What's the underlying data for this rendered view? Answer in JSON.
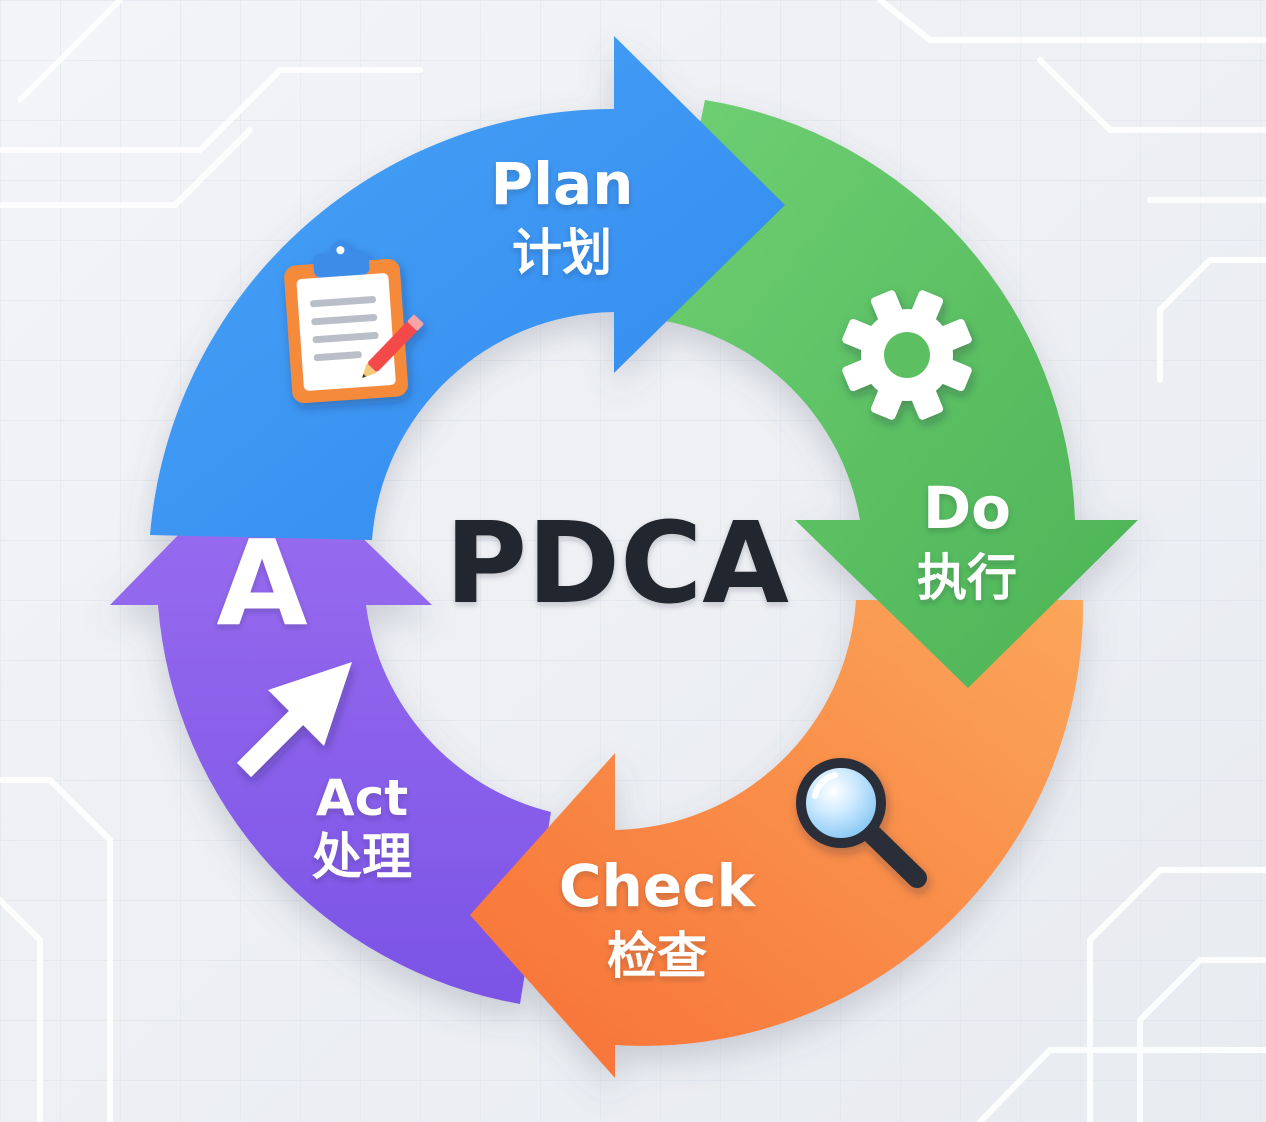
{
  "center": {
    "title": "PDCA"
  },
  "stages": {
    "plan": {
      "title": "Plan",
      "subtitle": "计划",
      "icon": "clipboard-icon",
      "color": "#3f97f2"
    },
    "do": {
      "title": "Do",
      "subtitle": "执行",
      "icon": "gear-icon",
      "color": "#5cc062"
    },
    "check": {
      "title": "Check",
      "subtitle": "检查",
      "icon": "magnifier-icon",
      "color": "#f8803f"
    },
    "act": {
      "title": "Act",
      "subtitle": "处理",
      "icon": "up-right-arrow-icon",
      "letter": "A",
      "color": "#8a60ea"
    }
  },
  "colors": {
    "background": "#eef0f4",
    "center_text": "#23262d"
  }
}
